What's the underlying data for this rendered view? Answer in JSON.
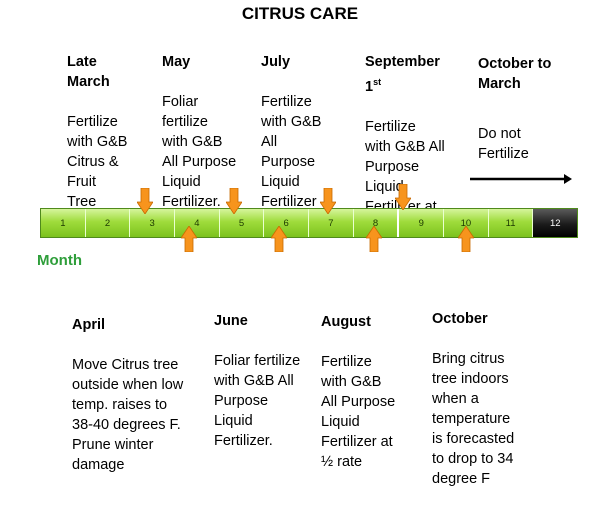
{
  "title": "CITRUS CARE",
  "axis_label": "Month",
  "months": [
    "1",
    "2",
    "3",
    "4",
    "5",
    "6",
    "7",
    "8",
    "9",
    "10",
    "11",
    "12"
  ],
  "colors": {
    "bar_green": "#9fdc3c",
    "bar_dark": "#000000",
    "arrow_orange": "#f7941d",
    "month_label": "#2e9e3a"
  },
  "top_notes": [
    {
      "heading": "Late\nMarch",
      "text": "Fertilize\nwith G&B\nCitrus &\nFruit\nTree\nFertilizer"
    },
    {
      "heading": "May",
      "text": "Foliar\nfertilize\nwith G&B\nAll Purpose\nLiquid\nFertilizer."
    },
    {
      "heading": "July",
      "text": "Fertilize\nwith G&B\nAll\nPurpose\nLiquid\nFertilizer"
    },
    {
      "heading_main": "September\n1",
      "heading_sup": "st",
      "text": "Fertilize\nwith G&B All\nPurpose\nLiquid\nFertilizer at\n½ rate"
    },
    {
      "heading": "October to\nMarch",
      "text": "Do not\nFertilize"
    }
  ],
  "bottom_notes": [
    {
      "heading": "April",
      "text": "Move Citrus tree\noutside when low\ntemp. raises to\n38-40 degrees F.\nPrune winter\ndamage"
    },
    {
      "heading": "June",
      "text": "Foliar fertilize\nwith G&B All\nPurpose\nLiquid\nFertilizer."
    },
    {
      "heading": "August",
      "text": "Fertilize\nwith G&B\nAll Purpose\nLiquid\nFertilizer at\n½ rate"
    },
    {
      "heading": "October",
      "text": "Bring citrus\ntree indoors\nwhen a\ntemperature\nis forecasted\nto drop to 34\ndegree F"
    }
  ]
}
